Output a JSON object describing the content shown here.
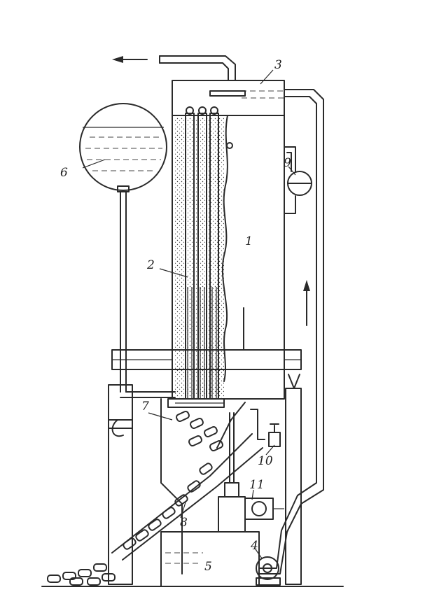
{
  "figure": {
    "callouts": [
      {
        "id": "label-1",
        "text": "1"
      },
      {
        "id": "label-2",
        "text": "2"
      },
      {
        "id": "label-3",
        "text": "3"
      },
      {
        "id": "label-4",
        "text": "4"
      },
      {
        "id": "label-5",
        "text": "5"
      },
      {
        "id": "label-6",
        "text": "6"
      },
      {
        "id": "label-7",
        "text": "7"
      },
      {
        "id": "label-8",
        "text": "8"
      },
      {
        "id": "label-9",
        "text": "9"
      },
      {
        "id": "label-10",
        "text": "10"
      },
      {
        "id": "label-11",
        "text": "11"
      }
    ],
    "colors": {
      "ink": "#2a2a2a",
      "paper": "#ffffff",
      "fill_dots": "#3a3a3a"
    }
  }
}
